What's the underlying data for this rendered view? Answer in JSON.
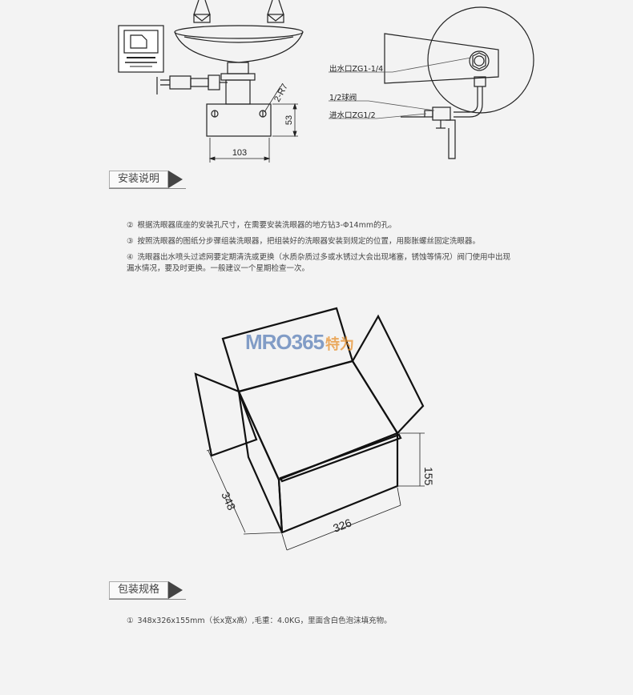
{
  "install_drawing": {
    "label_outlet": "出水口ZG1-1/4",
    "label_ball_valve": "1/2球阀",
    "label_inlet": "进水口ZG1/2",
    "dim_width": "103",
    "dim_height": "53",
    "dim_hole": "2-R7"
  },
  "sections": {
    "install_title": "安装说明",
    "package_title": "包装规格"
  },
  "install_notes": [
    {
      "num": "②",
      "text": "根据洗眼器底座的安装孔尺寸，在需要安装洗眼器的地方钻3-Φ14mm的孔。"
    },
    {
      "num": "③",
      "text": "按照洗眼器的图纸分步骤组装洗眼器，把组装好的洗眼器安装到规定的位置，用膨胀螺丝固定洗眼器。"
    },
    {
      "num": "④",
      "text": "洗眼器出水喷头过滤网要定期清洗或更换（水质杂质过多或水锈过大会出现堵塞，锈蚀等情况）阀门使用中出现漏水情况，要及时更换。一般建议一个星期检查一次。"
    }
  ],
  "box_drawing": {
    "dim_length": "348",
    "dim_width": "326",
    "dim_height": "155",
    "watermark_text": "MRO365",
    "watermark_cn": "特为"
  },
  "package_notes": [
    {
      "num": "①",
      "text": "348x326x155mm（长x宽x高）,毛重：4.0KG，里面含白色泡沫填充物。"
    }
  ],
  "colors": {
    "background": "#f3f3f3",
    "watermark_blue": "#5b7fb8",
    "watermark_orange": "#e8912e"
  }
}
